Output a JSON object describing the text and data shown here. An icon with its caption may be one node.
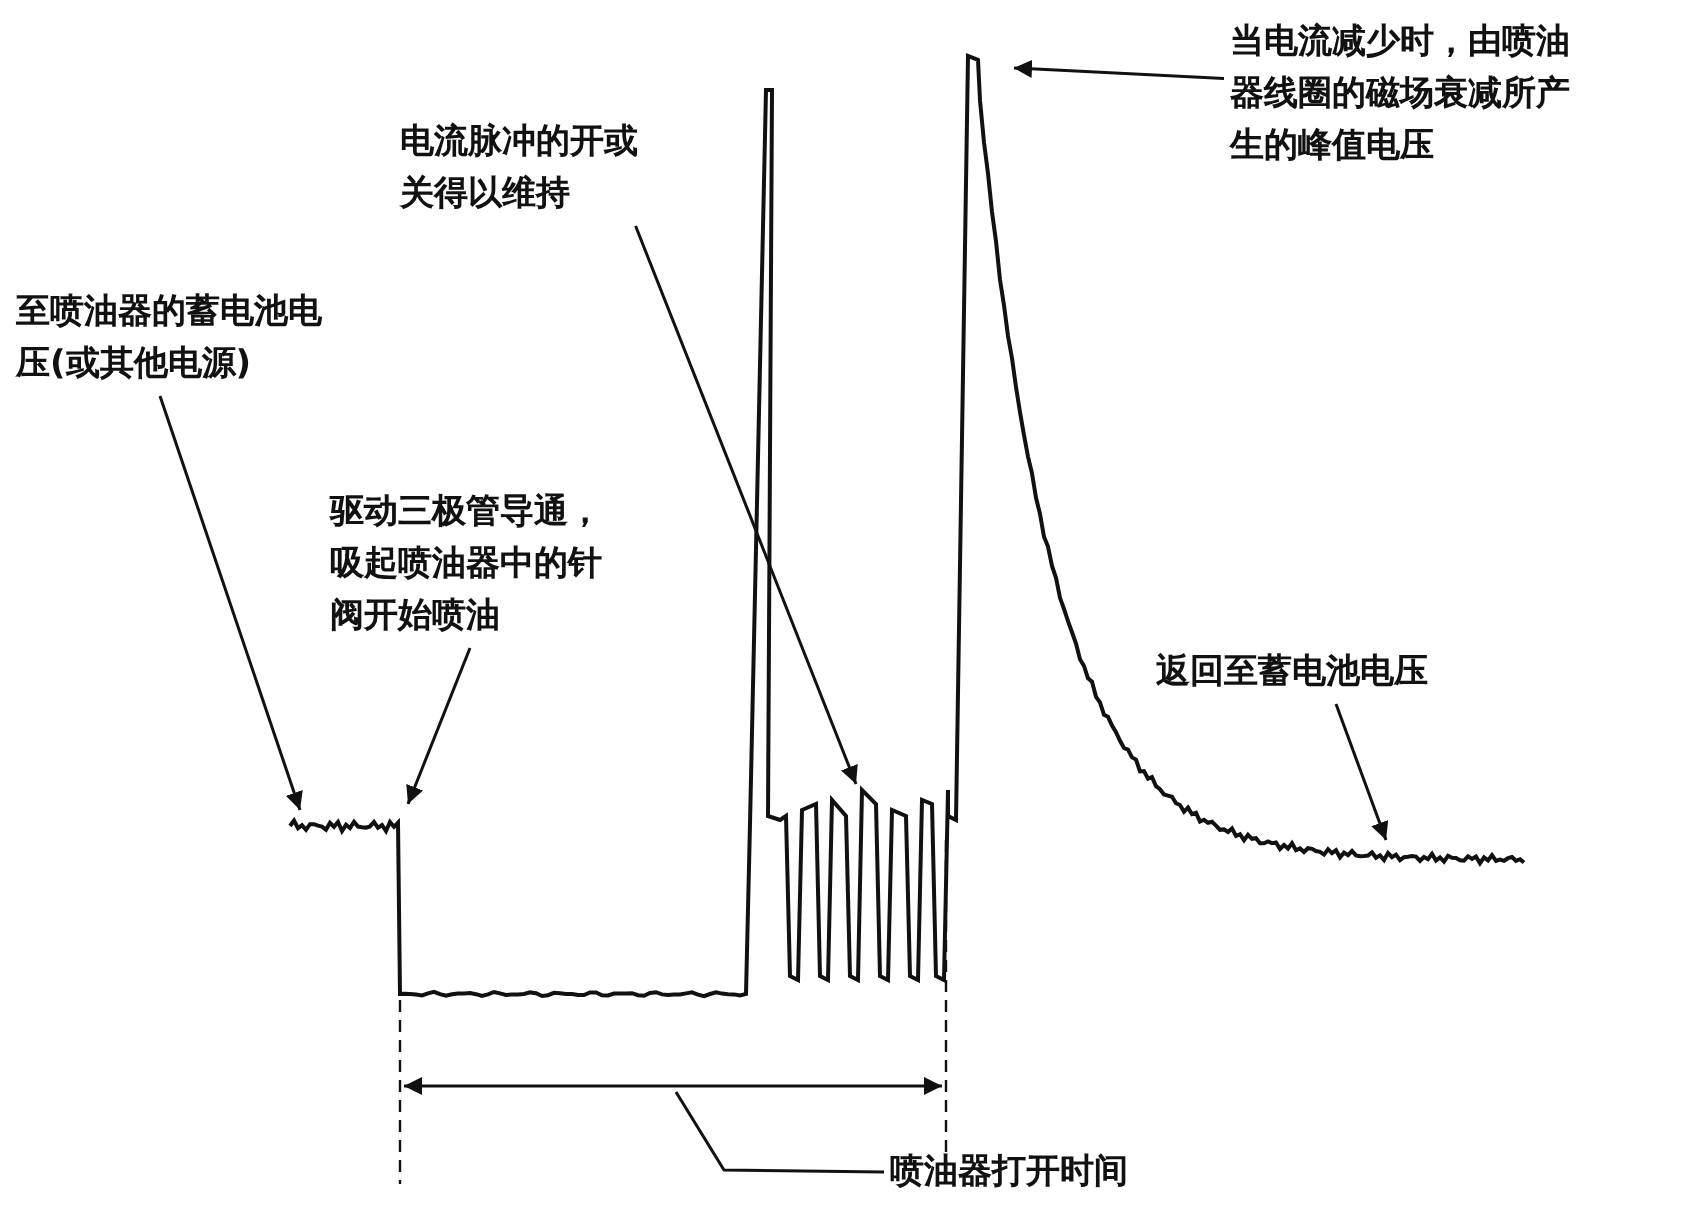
{
  "diagram": {
    "nodes": [
      {
        "text": [
          "至喷油器的蓄电池电压(或其他电源)"
        ]
      },
      {
        "text": [
          "驱动三极管导通，吸起喷油器中的针阀开始喷油"
        ]
      },
      {
        "text": [
          "电流脉冲的开或关得以维持"
        ]
      },
      {
        "text": [
          "当电流减少时，由喷油器线圈的磁场衰减所产生的峰值电压"
        ]
      },
      {
        "text": [
          "返回至蓄电池电压"
        ]
      },
      {
        "text": [
          "喷油器打开时间"
        ]
      }
    ],
    "edges": [
      {
        "from": 0,
        "to": null,
        "arrow": "to"
      },
      {
        "from": 1,
        "to": null,
        "arrow": "to"
      },
      {
        "from": 2,
        "to": null,
        "arrow": "to"
      },
      {
        "from": 3,
        "to": null,
        "arrow": "to"
      },
      {
        "from": 4,
        "to": null,
        "arrow": "to"
      },
      {
        "from": 5,
        "to": null,
        "arrow": "none"
      }
    ]
  }
}
